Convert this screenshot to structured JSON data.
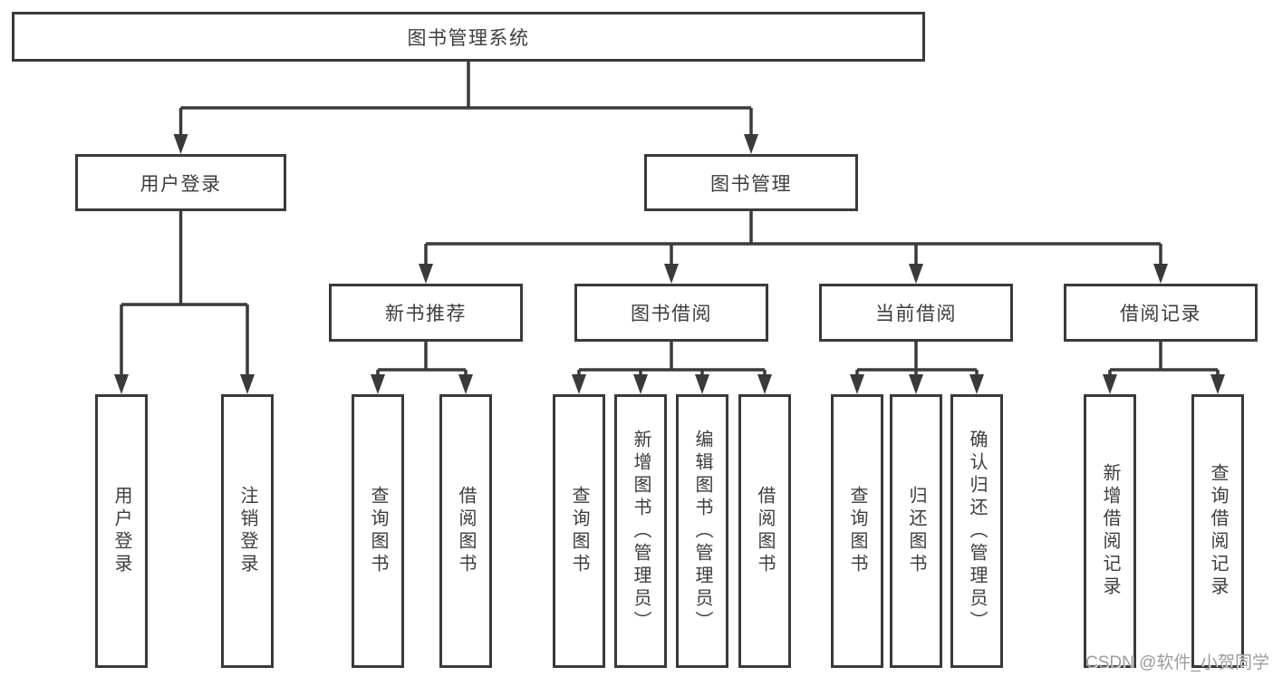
{
  "diagram_title": "图书管理系统",
  "tree": {
    "label": "图书管理系统",
    "children": [
      {
        "label": "用户登录",
        "children": [
          {
            "label": "用户登录"
          },
          {
            "label": "注销登录"
          }
        ]
      },
      {
        "label": "图书管理",
        "children": [
          {
            "label": "新书推荐",
            "children": [
              {
                "label": "查询图书"
              },
              {
                "label": "借阅图书"
              }
            ]
          },
          {
            "label": "图书借阅",
            "children": [
              {
                "label": "查询图书"
              },
              {
                "label": "新增图书（管理员）"
              },
              {
                "label": "编辑图书（管理员）"
              },
              {
                "label": "借阅图书"
              }
            ]
          },
          {
            "label": "当前借阅",
            "children": [
              {
                "label": "查询图书"
              },
              {
                "label": "归还图书"
              },
              {
                "label": "确认归还（管理员）"
              }
            ]
          },
          {
            "label": "借阅记录",
            "children": [
              {
                "label": "新增借阅记录"
              },
              {
                "label": "查询借阅记录"
              }
            ]
          }
        ]
      }
    ]
  },
  "watermark": {
    "text": "CSDN @软件_小贺同学",
    "color": "#9c9c9c"
  },
  "colors": {
    "line": "#3a3a3a",
    "box_border": "#3a3a3a",
    "box_fill": "#ffffff",
    "text": "#3d3d3d",
    "background": "#ffffff"
  }
}
